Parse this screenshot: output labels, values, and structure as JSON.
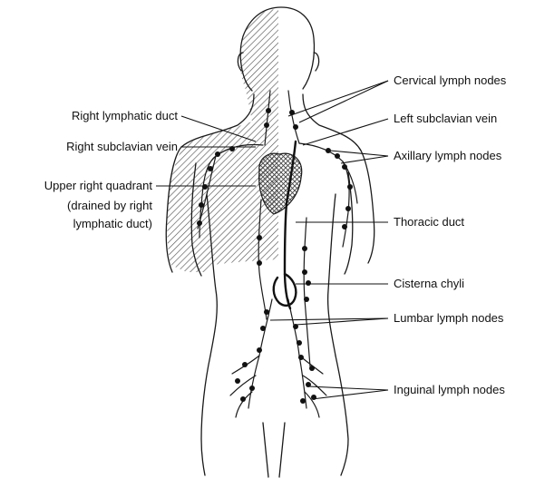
{
  "labels": {
    "cervical_lymph_nodes": "Cervical lymph nodes",
    "left_subclavian_vein": "Left subclavian vein",
    "axillary_lymph_nodes": "Axillary lymph nodes",
    "thoracic_duct": "Thoracic duct",
    "cisterna_chyli": "Cisterna chyli",
    "lumbar_lymph_nodes": "Lumbar lymph nodes",
    "inguinal_lymph_nodes": "Inguinal lymph nodes",
    "right_lymphatic_duct": "Right lymphatic duct",
    "right_subclavian_vein": "Right subclavian vein",
    "upper_right_quadrant": "Upper right quadrant",
    "upper_right_quadrant_note_1": "(drained by right",
    "upper_right_quadrant_note_2": "lymphatic duct)"
  }
}
